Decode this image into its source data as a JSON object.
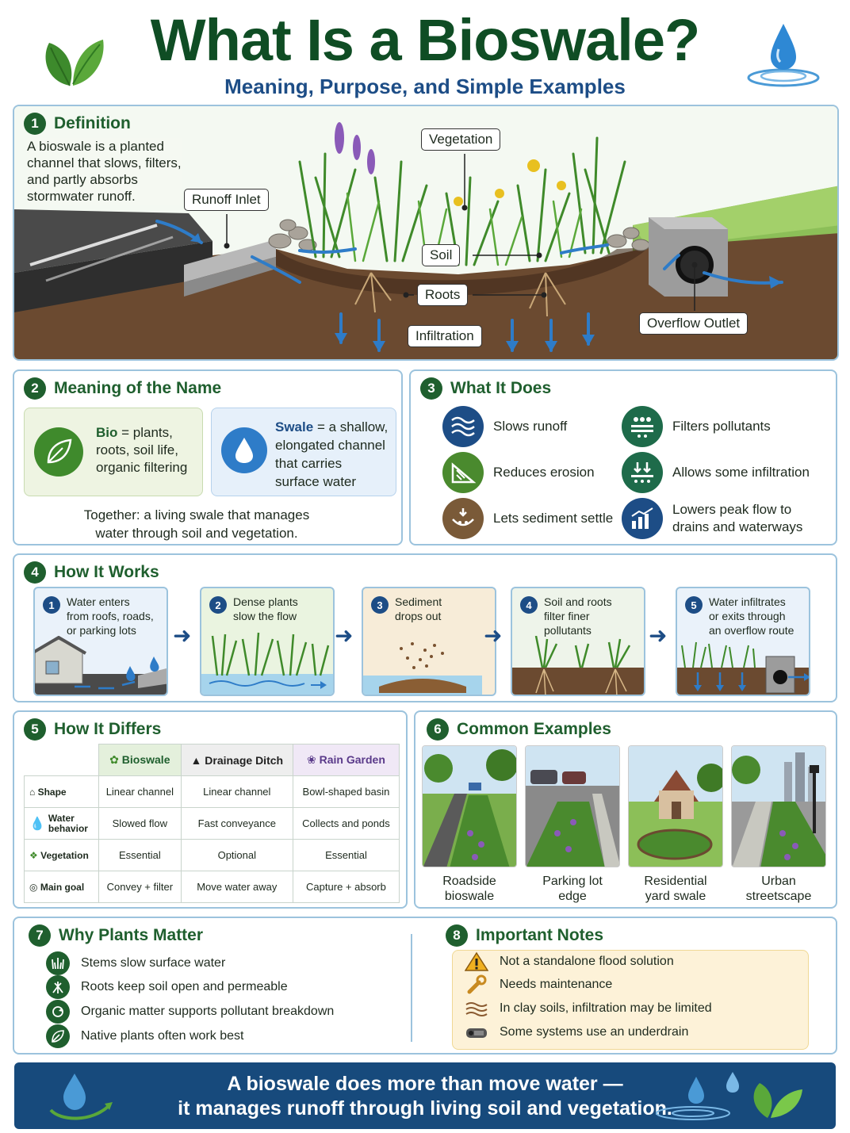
{
  "header": {
    "title": "What Is a Bioswale?",
    "subtitle": "Meaning, Purpose, and Simple Examples"
  },
  "definition": {
    "number": "1",
    "heading": "Definition",
    "text_lines": [
      "A bioswale is a planted",
      "channel that slows, filters,",
      "and partly absorbs",
      "stormwater runoff."
    ],
    "labels": {
      "vegetation": "Vegetation",
      "runoff_inlet": "Runoff Inlet",
      "soil": "Soil",
      "roots": "Roots",
      "infiltration": "Infiltration",
      "overflow_outlet": "Overflow Outlet"
    }
  },
  "meaning": {
    "number": "2",
    "heading": "Meaning of the Name",
    "bio_term": "Bio",
    "bio_text_lines": [
      "= plants,",
      "roots, soil life,",
      "organic filtering"
    ],
    "swale_term": "Swale",
    "swale_text_lines": [
      "= a shallow,",
      "elongated channel",
      "that carries",
      "surface water"
    ],
    "together_lines": [
      "Together: a living swale that manages",
      "water through soil and vegetation."
    ]
  },
  "does": {
    "number": "3",
    "heading": "What It Does",
    "items": [
      {
        "label": "Slows runoff",
        "icon": "waves-icon",
        "color": "#1d4d86"
      },
      {
        "label": "Filters pollutants",
        "icon": "filter-icon",
        "color": "#1e6b4a"
      },
      {
        "label": "Reduces erosion",
        "icon": "erosion-icon",
        "color": "#4a8a2e"
      },
      {
        "label": "Allows some infiltration",
        "icon": "infiltration-icon",
        "color": "#1e6b4a"
      },
      {
        "label": "Lets sediment settle",
        "icon": "sediment-icon",
        "color": "#7a5a38"
      },
      {
        "label_lines": [
          "Lowers peak flow to",
          "drains and waterways"
        ],
        "icon": "bar-chart-icon",
        "color": "#1d4d86"
      }
    ]
  },
  "works": {
    "number": "4",
    "heading": "How It Works",
    "steps": [
      {
        "n": "1",
        "lines": [
          "Water enters",
          "from roofs, roads,",
          "or parking lots"
        ]
      },
      {
        "n": "2",
        "lines": [
          "Dense plants",
          "slow the flow"
        ]
      },
      {
        "n": "3",
        "lines": [
          "Sediment",
          "drops out"
        ]
      },
      {
        "n": "4",
        "lines": [
          "Soil and roots",
          "filter finer",
          "pollutants"
        ]
      },
      {
        "n": "5",
        "lines": [
          "Water infiltrates",
          "or exits through",
          "an overflow route"
        ]
      }
    ]
  },
  "differs": {
    "number": "5",
    "heading": "How It Differs",
    "columns": [
      "Bioswale",
      "Drainage Ditch",
      "Rain Garden"
    ],
    "rows": [
      {
        "head": "Shape",
        "cells": [
          "Linear channel",
          "Linear channel",
          "Bowl-shaped basin"
        ]
      },
      {
        "head_lines": [
          "Water",
          "behavior"
        ],
        "cells": [
          "Slowed flow",
          "Fast conveyance",
          "Collects and ponds"
        ]
      },
      {
        "head": "Vegetation",
        "cells": [
          "Essential",
          "Optional",
          "Essential"
        ]
      },
      {
        "head": "Main goal",
        "cells": [
          "Convey + filter",
          "Move water away",
          "Capture + absorb"
        ]
      }
    ]
  },
  "examples": {
    "number": "6",
    "heading": "Common Examples",
    "items": [
      {
        "lines": [
          "Roadside",
          "bioswale"
        ]
      },
      {
        "lines": [
          "Parking lot",
          "edge"
        ]
      },
      {
        "lines": [
          "Residential",
          "yard swale"
        ]
      },
      {
        "lines": [
          "Urban",
          "streetscape"
        ]
      }
    ]
  },
  "plants": {
    "number": "7",
    "heading": "Why Plants Matter",
    "items": [
      {
        "label": "Stems slow surface water",
        "icon": "grass-icon"
      },
      {
        "label": "Roots keep soil open and permeable",
        "icon": "roots-icon"
      },
      {
        "label": "Organic matter supports pollutant breakdown",
        "icon": "recycle-icon"
      },
      {
        "label": "Native plants often work best",
        "icon": "leaf-icon"
      }
    ]
  },
  "notes": {
    "number": "8",
    "heading": "Important Notes",
    "items": [
      {
        "label": "Not a standalone flood solution",
        "icon": "warning-icon"
      },
      {
        "label": "Needs maintenance",
        "icon": "wrench-icon"
      },
      {
        "label": "In clay soils, infiltration may be limited",
        "icon": "clay-icon"
      },
      {
        "label": "Some systems use an underdrain",
        "icon": "pipe-icon"
      }
    ]
  },
  "footer": {
    "lines": [
      "A bioswale does more than move water —",
      "it manages runoff through living soil and vegetation."
    ]
  },
  "colors": {
    "title_green": "#0f4d24",
    "subtitle_blue": "#1d4d86",
    "section_green": "#1f5f2e",
    "panel_border": "#9cc3dd",
    "footer_blue": "#174a7c"
  }
}
